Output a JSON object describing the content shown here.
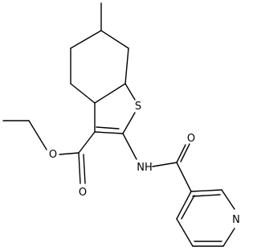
{
  "figure": {
    "atom_labels": {
      "sulfur": "S",
      "ester_oxygen": "O",
      "carbonyl_oxygen": "O",
      "amide_nh": "NH",
      "amide_oxygen": "O",
      "pyridine_nitrogen": "N"
    }
  }
}
